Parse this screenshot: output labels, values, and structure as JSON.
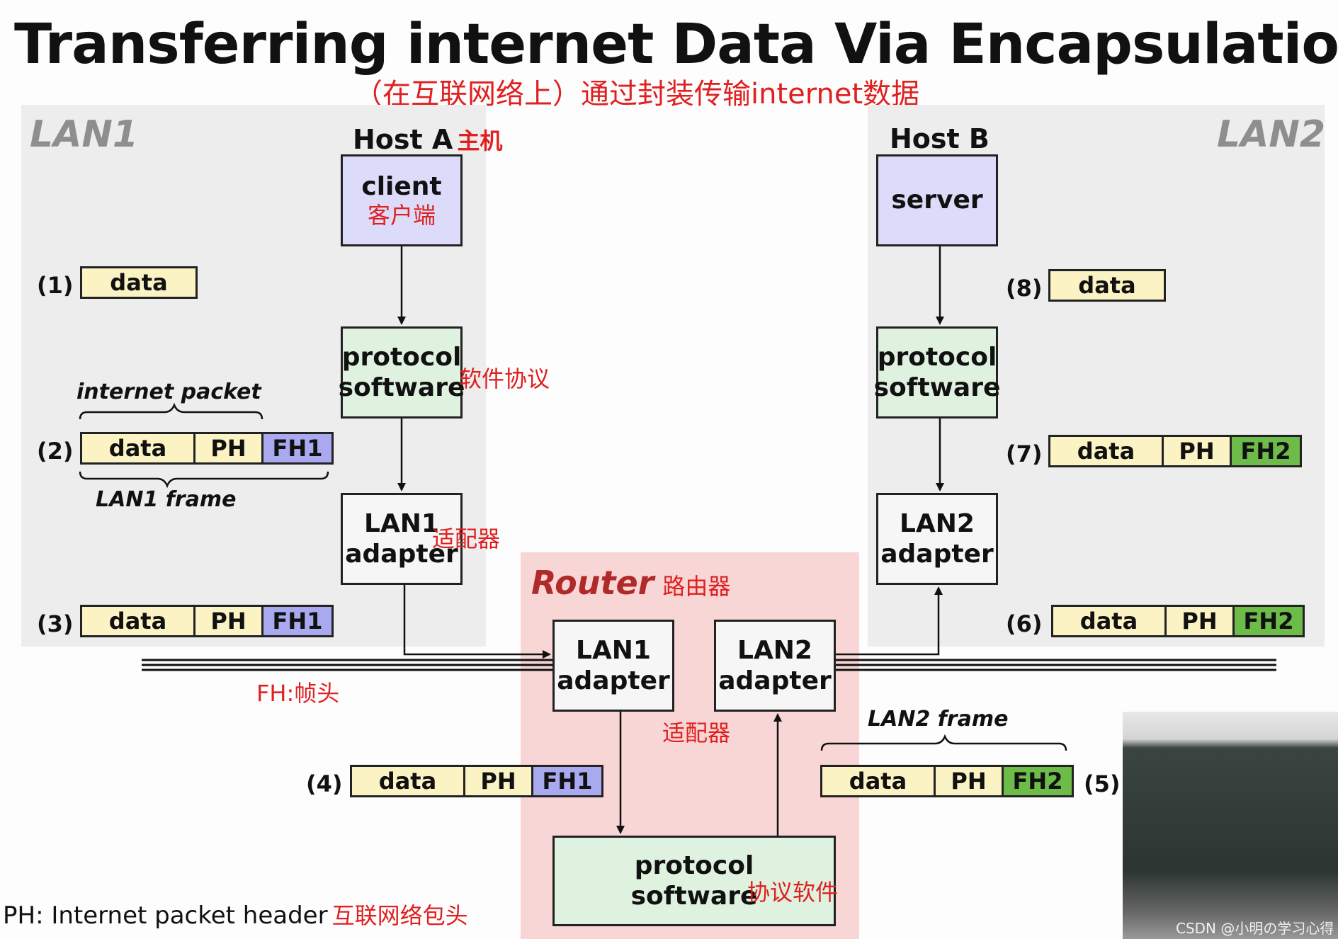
{
  "title": "Transferring internet Data Via Encapsulation",
  "subtitle": "（在互联网络上）通过封装传输internet数据",
  "lan1_label": "LAN1",
  "lan2_label": "LAN2",
  "host_a": {
    "label": "Host A",
    "note": "主机"
  },
  "host_b": {
    "label": "Host B"
  },
  "client": {
    "label": "client",
    "note": "客户端"
  },
  "server": {
    "label": "server"
  },
  "protocol_a": {
    "line1": "protocol",
    "line2": "software",
    "note": "软件协议"
  },
  "protocol_b": {
    "line1": "protocol",
    "line2": "software"
  },
  "lan1_adapter_a": {
    "line1": "LAN1",
    "line2": "adapter",
    "note": "适配器"
  },
  "lan2_adapter_b": {
    "line1": "LAN2",
    "line2": "adapter"
  },
  "router": {
    "label": "Router",
    "note": "路由器",
    "adapter_note": "适配器"
  },
  "router_lan1": {
    "line1": "LAN1",
    "line2": "adapter"
  },
  "router_lan2": {
    "line1": "LAN2",
    "line2": "adapter"
  },
  "router_protocol": {
    "line1": "protocol",
    "line2": "software",
    "note": "协议软件"
  },
  "fh_note": "FH:帧头",
  "internet_packet_label": "internet packet",
  "lan1_frame_label": "LAN1 frame",
  "lan2_frame_label": "LAN2 frame",
  "legend_ph": {
    "text": "PH: Internet packet header",
    "note": "互联网络包头"
  },
  "segments": {
    "data": "data",
    "ph": "PH",
    "fh1": "FH1",
    "fh2": "FH2"
  },
  "steps": {
    "s1": "(1)",
    "s2": "(2)",
    "s3": "(3)",
    "s4": "(4)",
    "s5": "(5)",
    "s6": "(6)",
    "s7": "(7)",
    "s8": "(8)"
  },
  "watermark": "CSDN @小明の学习心得",
  "colors": {
    "client": "#dcdcfa",
    "protocol": "#dff2df",
    "data": "#fbf3c3",
    "fh1": "#a9a9ef",
    "fh2": "#6dbc4a",
    "router_bg": "#f9d6d6",
    "lan_bg": "#ededed",
    "annotation": "#e02020"
  }
}
